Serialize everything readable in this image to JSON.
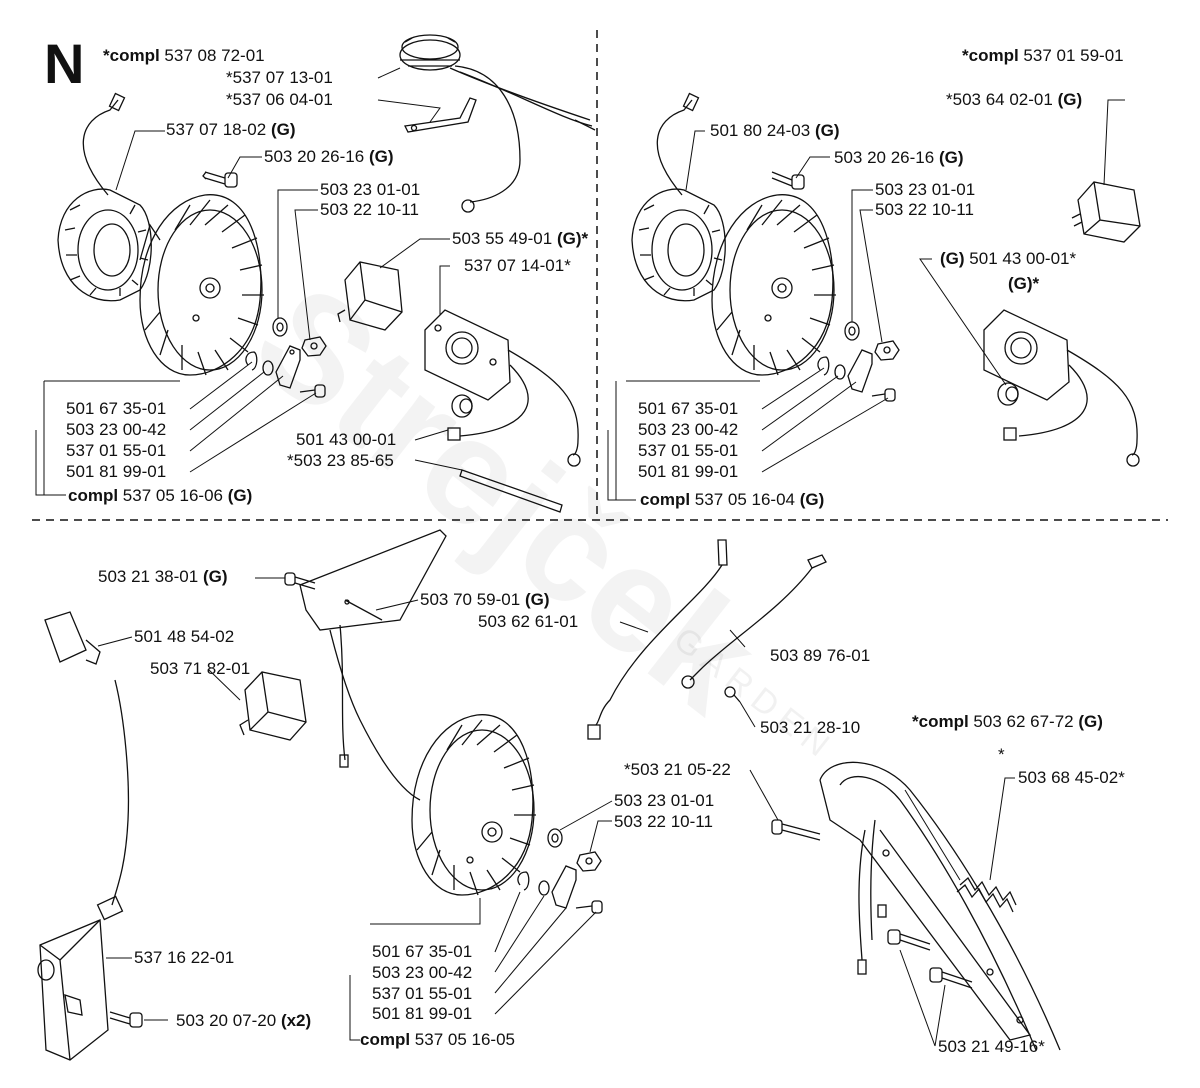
{
  "section_letter": "N",
  "watermark": "Strejček",
  "watermark_sub": "GARDEN",
  "panel_top_left": {
    "compl_prefix": "*compl",
    "compl_number": "537 08 72-01",
    "parts": {
      "ignition_coil_a": "*537 07 13-01",
      "bracket": "*537 06 04-01",
      "stator": "537 07 18-02",
      "stator_flag": "(G)",
      "screw": "503 20 26-16",
      "screw_flag": "(G)",
      "washer": "503 23 01-01",
      "nut": "503 22 10-11",
      "switch": "503 55 49-01",
      "switch_flag": "(G)*",
      "module": "537 07 14-01*",
      "key": "501 67 35-01",
      "washer2": "503 23 00-42",
      "pawl": "537 01 55-01",
      "screw2": "501 81 99-01",
      "grommet": "501 43 00-01",
      "hose": "*503 23 85-65"
    },
    "compl_bottom_prefix": "compl",
    "compl_bottom_number": "537 05 16-06",
    "compl_bottom_flag": "(G)"
  },
  "panel_top_right": {
    "compl_prefix": "*compl",
    "compl_number": "537 01 59-01",
    "parts": {
      "switch": "*503 64 02-01",
      "switch_flag": "(G)",
      "stator": "501 80 24-03",
      "stator_flag": "(G)",
      "screw": "503 20 26-16",
      "screw_flag": "(G)",
      "washer": "503 23 01-01",
      "nut": "503 22 10-11",
      "grommet_prefix": "(G)",
      "grommet": "501 43 00-01*",
      "module_flag": "(G)*",
      "key": "501 67 35-01",
      "washer2": "503 23 00-42",
      "pawl": "537 01 55-01",
      "screw2": "501 81 99-01"
    },
    "compl_bottom_prefix": "compl",
    "compl_bottom_number": "537 05 16-04",
    "compl_bottom_flag": "(G)"
  },
  "panel_bottom": {
    "parts": {
      "screw_top": "503 21 38-01",
      "screw_top_flag": "(G)",
      "plate": "503 70 59-01",
      "plate_flag": "(G)",
      "cap": "501 48 54-02",
      "wire_a": "503 62 61-01",
      "switch": "503 71 82-01",
      "wire_b": "503 89 76-01",
      "screw_ground": "503 21 28-10",
      "handle_compl_prefix": "*compl",
      "handle_compl_number": "503 62 67-72",
      "handle_compl_flag": "(G)",
      "star": "*",
      "bolt": "*503 21 05-22",
      "spring": "503 68 45-02*",
      "washer": "503 23 01-01",
      "nut": "503 22 10-11",
      "coil": "537 16 22-01",
      "coil_screw": "503 20 07-20",
      "coil_screw_qty": "(x2)",
      "key": "501 67 35-01",
      "washer2": "503 23 00-42",
      "pawl": "537 01 55-01",
      "screw2": "501 81 99-01",
      "handle_screws": "503 21 49-16*"
    },
    "compl_bottom_prefix": "compl",
    "compl_bottom_number": "537 05 16-05"
  }
}
